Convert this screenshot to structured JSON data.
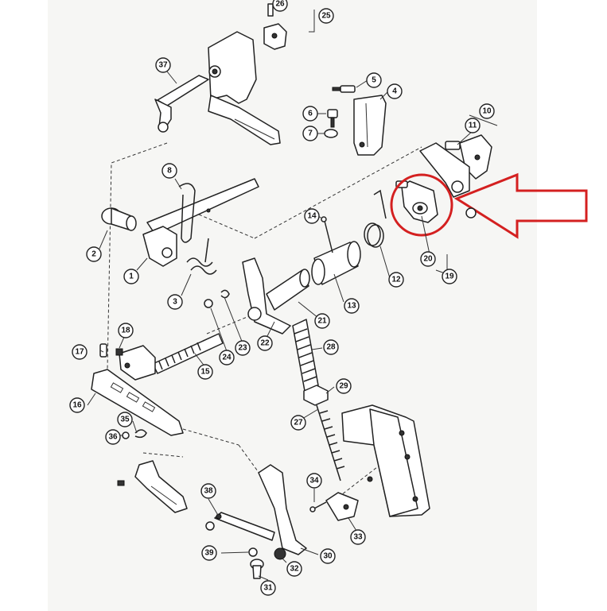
{
  "diagram": {
    "callouts": {
      "c1": "1",
      "c2": "2",
      "c3": "3",
      "c4": "4",
      "c5": "5",
      "c6": "6",
      "c7": "7",
      "c8": "8",
      "c10": "10",
      "c11": "11",
      "c12": "12",
      "c13": "13",
      "c14": "14",
      "c15": "15",
      "c16": "16",
      "c17": "17",
      "c18": "18",
      "c19": "19",
      "c20": "20",
      "c21": "21",
      "c22": "22",
      "c23": "23",
      "c24": "24",
      "c25": "25",
      "c26": "26",
      "c27": "27",
      "c28": "28",
      "c29": "29",
      "c30": "30",
      "c31": "31",
      "c32": "32",
      "c33": "33",
      "c34": "34",
      "c35": "35",
      "c36": "36",
      "c37": "37",
      "c38": "38",
      "c39": "39"
    },
    "highlight_color": "#d42020"
  }
}
